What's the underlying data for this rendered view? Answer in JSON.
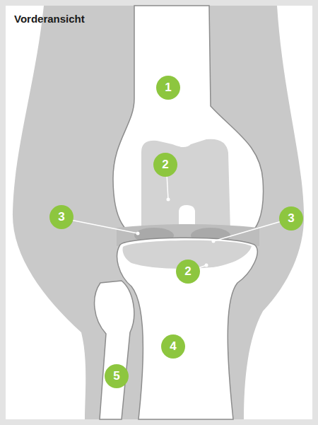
{
  "diagram": {
    "title": "Vorderansicht",
    "labels": [
      "1",
      "2",
      "3",
      "3",
      "2",
      "4",
      "5"
    ]
  }
}
